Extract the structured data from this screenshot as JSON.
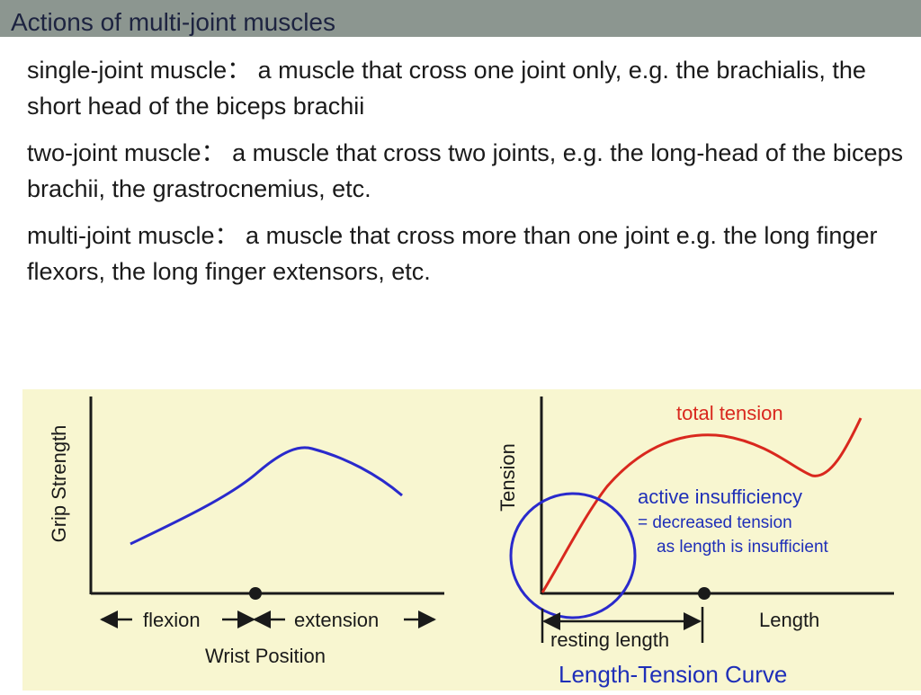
{
  "slide": {
    "title": "Actions of multi-joint muscles",
    "bullets": [
      "single-joint muscle： a muscle that cross one joint only, e.g. the brachialis, the short head of the biceps brachii",
      "two-joint muscle： a muscle that cross two joints, e.g. the long-head of the biceps brachii, the grastrocnemius, etc.",
      "multi-joint muscle： a muscle that cross more than one joint e.g. the long finger flexors, the long finger extensors, etc."
    ]
  },
  "figure": {
    "left_diagram": {
      "ylabel": "Grip Strength",
      "flexion_label": "flexion",
      "extension_label": "extension",
      "xlabel": "Wrist Position"
    },
    "right_diagram": {
      "ylabel": "Tension",
      "xlabel": "Length",
      "total_tension_label": "total tension",
      "active_insufficiency_label": "active insufficiency",
      "decreased_tension_label": "= decreased tension",
      "length_insufficient_label": "as length is insufficient",
      "resting_length_label": "resting length",
      "caption": "Length-Tension Curve"
    },
    "colors": {
      "background": "#f8f6d0",
      "grip_curve": "#2a2acc",
      "tension_curve": "#d9281e",
      "circle": "#2a2acc",
      "annotation_text": "#1f2fb8",
      "title_bar": "#8c9690"
    }
  }
}
